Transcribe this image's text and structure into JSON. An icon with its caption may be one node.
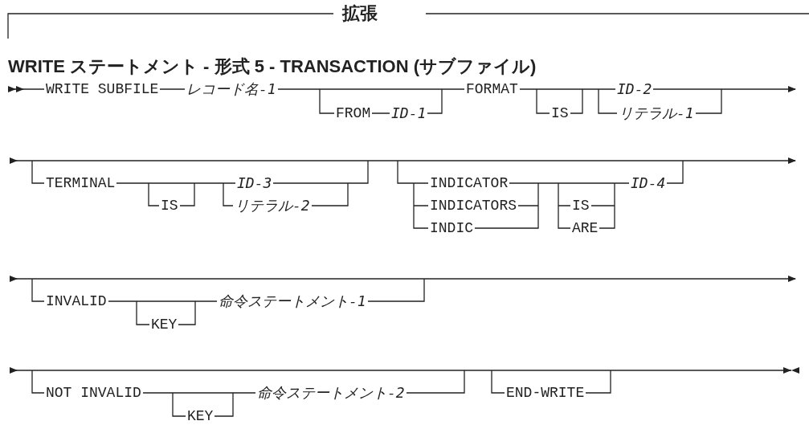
{
  "diagram": {
    "title": "WRITE ステートメント - 形式 5 - TRANSACTION (サブファイル)",
    "labels": [
      "拡張",
      "WRITE SUBFILE",
      "レコード名-1",
      "FROM",
      "ID-1",
      "FORMAT",
      "IS",
      "ID-2",
      "リテラル-1",
      "TERMINAL",
      "IS",
      "ID-3",
      "リテラル-2",
      "INDICATOR",
      "INDICATORS",
      "INDIC",
      "IS",
      "ARE",
      "ID-4",
      "INVALID",
      "KEY",
      "命令ステートメント-1",
      "NOT INVALID",
      "KEY",
      "命令ステートメント-2",
      "END-WRITE"
    ]
  }
}
